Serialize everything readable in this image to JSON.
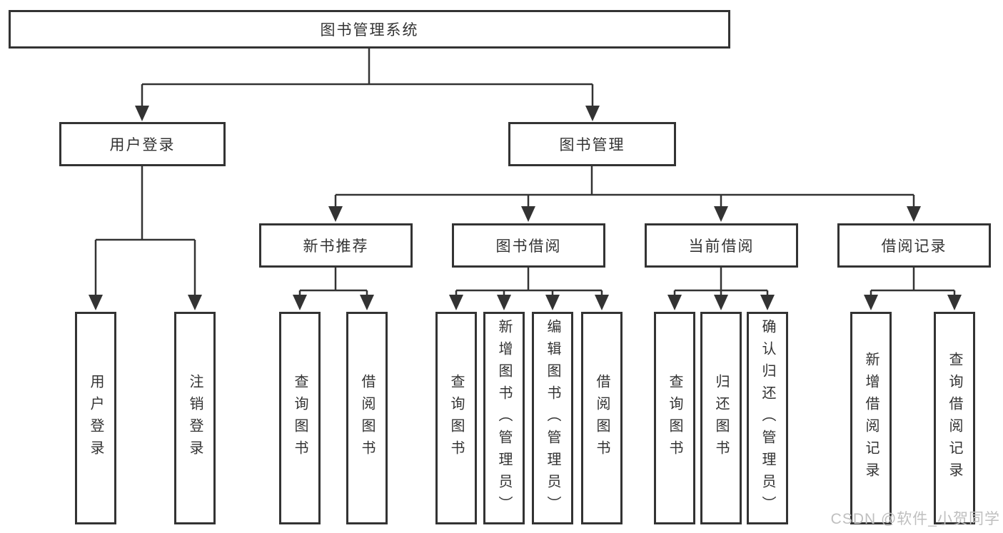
{
  "diagram": {
    "root": {
      "label": "图书管理系统",
      "children": [
        {
          "label": "用户登录",
          "children": [
            {
              "label": "用户登录"
            },
            {
              "label": "注销登录"
            }
          ]
        },
        {
          "label": "图书管理",
          "children": [
            {
              "label": "新书推荐",
              "children": [
                {
                  "label": "查询图书"
                },
                {
                  "label": "借阅图书"
                }
              ]
            },
            {
              "label": "图书借阅",
              "children": [
                {
                  "label": "查询图书"
                },
                {
                  "label": "新增图书（管理员）"
                },
                {
                  "label": "编辑图书（管理员）"
                },
                {
                  "label": "借阅图书"
                }
              ]
            },
            {
              "label": "当前借阅",
              "children": [
                {
                  "label": "查询图书"
                },
                {
                  "label": "归还图书"
                },
                {
                  "label": "确认归还（管理员）"
                }
              ]
            },
            {
              "label": "借阅记录",
              "children": [
                {
                  "label": "新增借阅记录"
                },
                {
                  "label": "查询借阅记录"
                }
              ]
            }
          ]
        }
      ]
    }
  },
  "watermark": {
    "text": "CSDN @软件_小贺同学"
  },
  "colors": {
    "line": "#333333",
    "node_border": "#333333",
    "text": "#333333",
    "watermark": "#bfbfbf",
    "background": "#ffffff"
  }
}
